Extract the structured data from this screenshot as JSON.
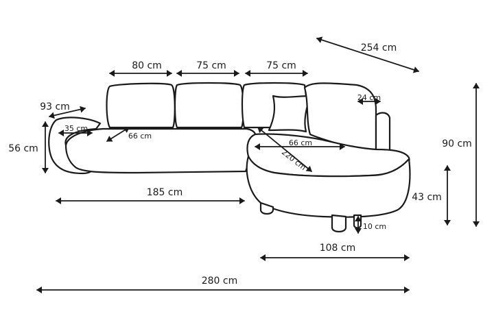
{
  "diagram": {
    "line_color": "#1a1a1a",
    "background": "#ffffff",
    "dimensions": {
      "back_cushion_left": "80 cm",
      "back_cushion_middle": "75 cm",
      "back_cushion_right": "75 cm",
      "total_depth_diagonal": "254 cm",
      "armrest_depth": "93 cm",
      "armrest_width": "35 cm",
      "arm_height": "56 cm",
      "seat_depth_left": "66 cm",
      "back_thickness": "24 cm",
      "seat_depth_chaise": "66 cm",
      "chaise_diagonal": "220 cm",
      "total_height": "90 cm",
      "seat_height": "43 cm",
      "leg_height": "10 cm",
      "left_section_length": "185 cm",
      "chaise_width": "108 cm",
      "total_length": "280 cm"
    }
  }
}
